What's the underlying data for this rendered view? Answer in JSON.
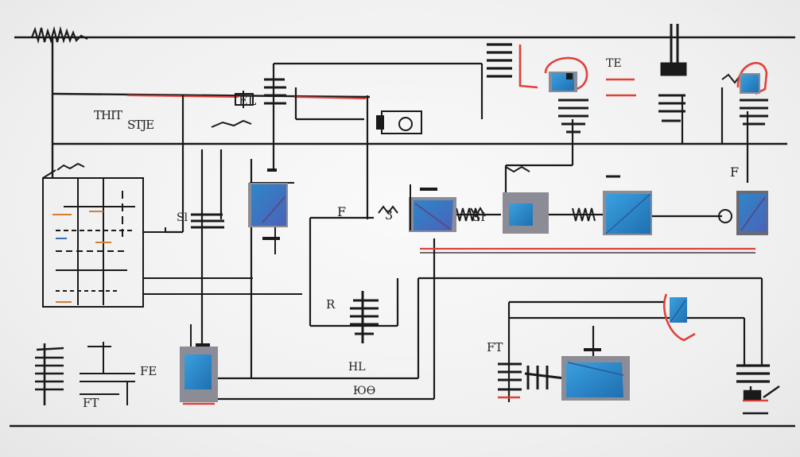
{
  "diagram": {
    "kind": "circuit schematic",
    "labels": [
      {
        "id": "lbl-ref-1",
        "text": "EL"
      },
      {
        "id": "lbl-top-left-a",
        "text": "THIT"
      },
      {
        "id": "lbl-top-left-b",
        "text": "STJE"
      },
      {
        "id": "lbl-top-right",
        "text": "TE"
      },
      {
        "id": "lbl-mid-f",
        "text": "F"
      },
      {
        "id": "lbl-mid-3",
        "text": "3"
      },
      {
        "id": "lbl-mid-right-a",
        "text": "SI"
      },
      {
        "id": "lbl-mid-right-b",
        "text": "Sl"
      },
      {
        "id": "lbl-right-f",
        "text": "F"
      },
      {
        "id": "lbl-left-fe",
        "text": "FE"
      },
      {
        "id": "lbl-left-fi",
        "text": "FT"
      },
      {
        "id": "lbl-center-hl",
        "text": "HL"
      },
      {
        "id": "lbl-center-tot",
        "text": "ЮӨ"
      },
      {
        "id": "lbl-right-r",
        "text": "R"
      },
      {
        "id": "lbl-ft-bottom",
        "text": "FT"
      }
    ],
    "components": [
      {
        "id": "module-center-left",
        "type": "blue-module"
      },
      {
        "id": "module-center",
        "type": "blue-module"
      },
      {
        "id": "module-center-right",
        "type": "blue-module"
      },
      {
        "id": "module-right-large",
        "type": "blue-module"
      },
      {
        "id": "module-far-right",
        "type": "blue-module"
      },
      {
        "id": "module-bottom-left",
        "type": "blue-module"
      },
      {
        "id": "module-bottom-right",
        "type": "blue-module"
      },
      {
        "id": "module-top-right-a",
        "type": "blue-module"
      },
      {
        "id": "module-top-right-b",
        "type": "blue-module"
      },
      {
        "id": "module-red-right",
        "type": "blue-module"
      }
    ],
    "colors": {
      "wire": "#1a1a1a",
      "module_fill": "#2e86c8",
      "module_frame": "#8c8c96",
      "accent_red": "#e0403a"
    }
  }
}
